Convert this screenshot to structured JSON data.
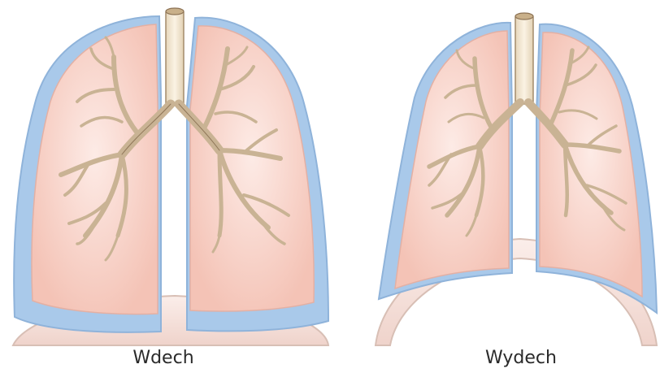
{
  "panels": [
    {
      "id": "inhale",
      "caption": "Wdech"
    },
    {
      "id": "exhale",
      "caption": "Wydech"
    }
  ],
  "colors": {
    "pleura": "#a9c9ea",
    "pleura_stroke": "#8fb3da",
    "lung": "#f7cfc5",
    "lung_inner": "#fbe4de",
    "lung_stroke": "#e3b0a4",
    "bronchi": "#d7c4aa",
    "bronchi_stroke": "#9c8466",
    "trachea": "#efe4cf",
    "diaphragm": "#f6e6e0",
    "diaphragm_stroke": "#d8bfb5"
  }
}
